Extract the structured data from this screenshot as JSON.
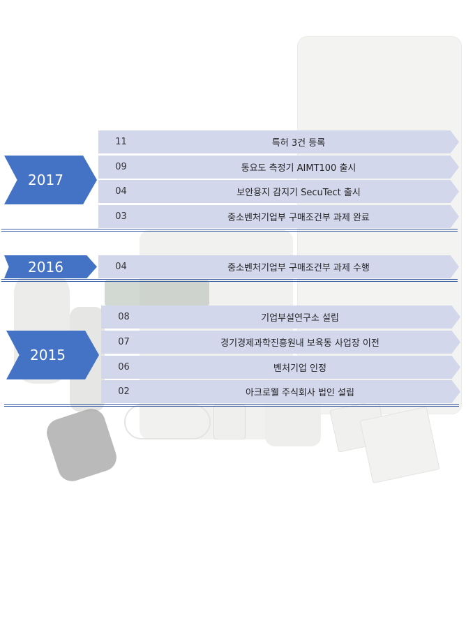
{
  "timeline": [
    {
      "year": "2017",
      "events": [
        {
          "month": "11",
          "text": "특허 3건 등록"
        },
        {
          "month": "09",
          "text": "동요도 측정기 AIMT100 출시"
        },
        {
          "month": "04",
          "text": "보안용지 감지기 SecuTect 출시"
        },
        {
          "month": "03",
          "text": "중소벤처기업부 구매조건부 과제 완료"
        }
      ]
    },
    {
      "year": "2016",
      "events": [
        {
          "month": "04",
          "text": "중소벤처기업부 구매조건부 과제 수행"
        }
      ]
    },
    {
      "year": "2015",
      "events": [
        {
          "month": "08",
          "text": "기업부설연구소 설립"
        },
        {
          "month": "07",
          "text": "경기경제과학진흥원내 보육동 사업장 이전"
        },
        {
          "month": "06",
          "text": "벤처기업 인정"
        },
        {
          "month": "02",
          "text": "아크로웰 주식회사 법인 설립"
        }
      ]
    }
  ],
  "colors": {
    "year_badge": "#4472c4",
    "event_bar": "#d3d7ec",
    "separator": "#3a5ea6"
  }
}
